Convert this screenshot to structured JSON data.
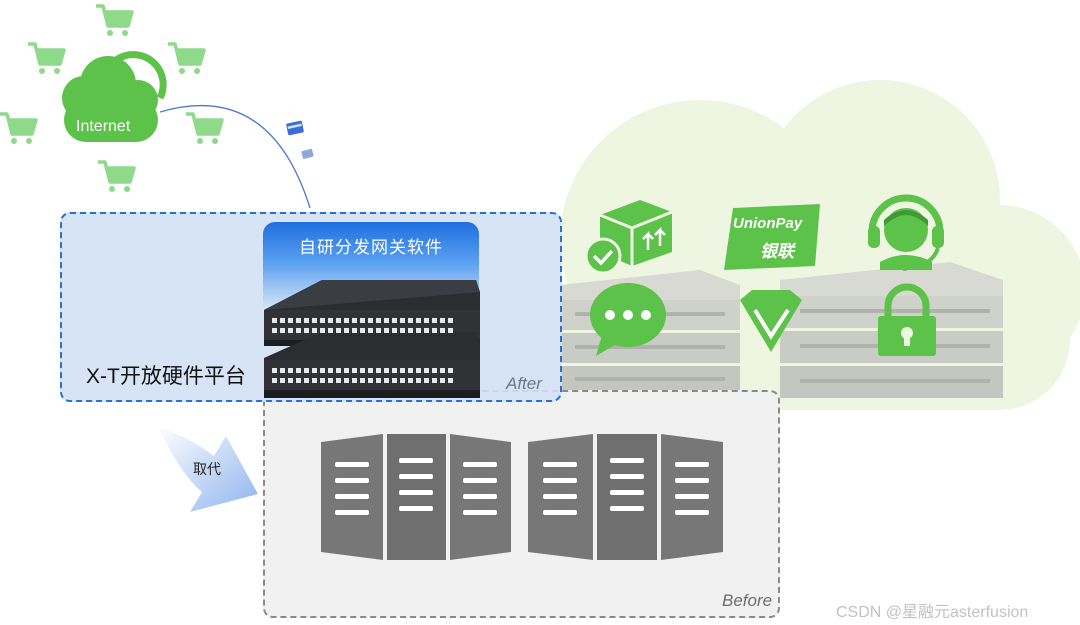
{
  "internet": {
    "label": "Internet"
  },
  "after": {
    "software_label": "自研分发网关软件",
    "platform_label": "X-T开放硬件平台",
    "tag": "After"
  },
  "before": {
    "tag": "Before"
  },
  "replace": {
    "label": "取代"
  },
  "unionpay": {
    "en": "UnionPay",
    "cn": "银联"
  },
  "watermark": "CSDN @星融元asterfusion",
  "colors": {
    "accent_green": "#5cc24a",
    "light_green": "#eef6e2",
    "after_blue": "#2a6fd6",
    "device_dark": "#2f3236",
    "server_gray": "#777777"
  },
  "icons": [
    "shopping-cart-icon",
    "cloud-icon",
    "credit-card-icon",
    "package-icon",
    "chat-bubble-icon",
    "shield-check-icon",
    "headset-support-icon",
    "padlock-icon",
    "switch-device-icon",
    "server-rack-icon",
    "arrow-icon"
  ]
}
